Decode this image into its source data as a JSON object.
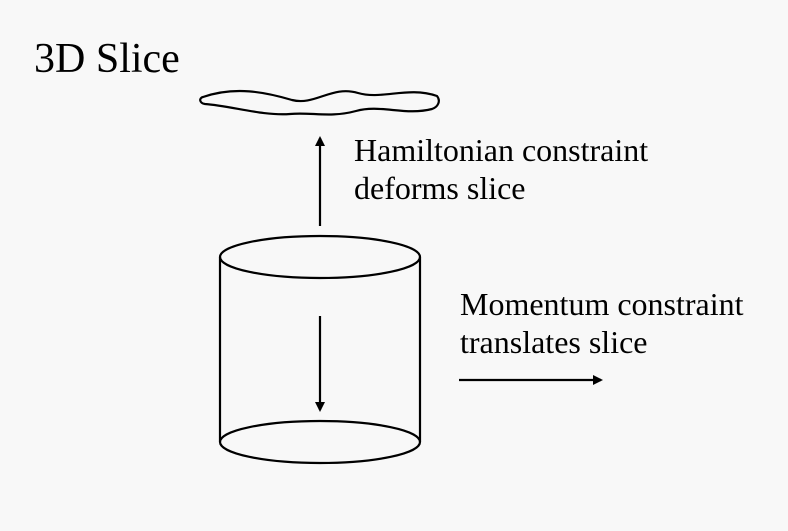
{
  "diagram": {
    "title": "3D Slice",
    "hamiltonian": {
      "line1": "Hamiltonian constraint",
      "line2": "deforms slice"
    },
    "momentum": {
      "line1": "Momentum constraint",
      "line2": "translates slice"
    },
    "colors": {
      "background": "#f8f8f8",
      "ink": "#000000"
    }
  }
}
